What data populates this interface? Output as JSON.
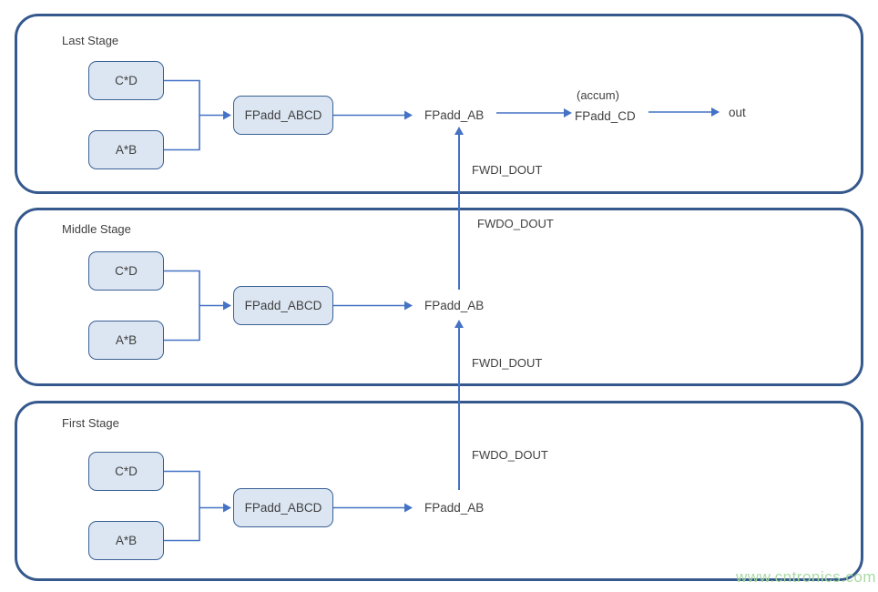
{
  "diagram": {
    "watermark": "www.cntronics.com",
    "colors": {
      "stage_border": "#35598C",
      "box_fill": "#DCE6F2",
      "box_border": "#3A6095",
      "wire": "#4472C4",
      "text": "#3F3F3F",
      "watermark": "#A5D99F"
    },
    "stages": [
      {
        "id": "last",
        "title": "Last Stage",
        "mult_top": "C*D",
        "mult_bottom": "A*B",
        "adder": "FPadd_ABCD",
        "add_ab": "FPadd_AB",
        "accum_note": "(accum)",
        "add_cd": "FPadd_CD",
        "output": "out",
        "fwdi_label": "FWDI_DOUT"
      },
      {
        "id": "middle",
        "title": "Middle Stage",
        "mult_top": "C*D",
        "mult_bottom": "A*B",
        "adder": "FPadd_ABCD",
        "add_ab": "FPadd_AB",
        "fwdo_label": "FWDO_DOUT",
        "fwdi_label": "FWDI_DOUT"
      },
      {
        "id": "first",
        "title": "First Stage",
        "mult_top": "C*D",
        "mult_bottom": "A*B",
        "adder": "FPadd_ABCD",
        "add_ab": "FPadd_AB",
        "fwdo_label": "FWDO_DOUT"
      }
    ]
  }
}
